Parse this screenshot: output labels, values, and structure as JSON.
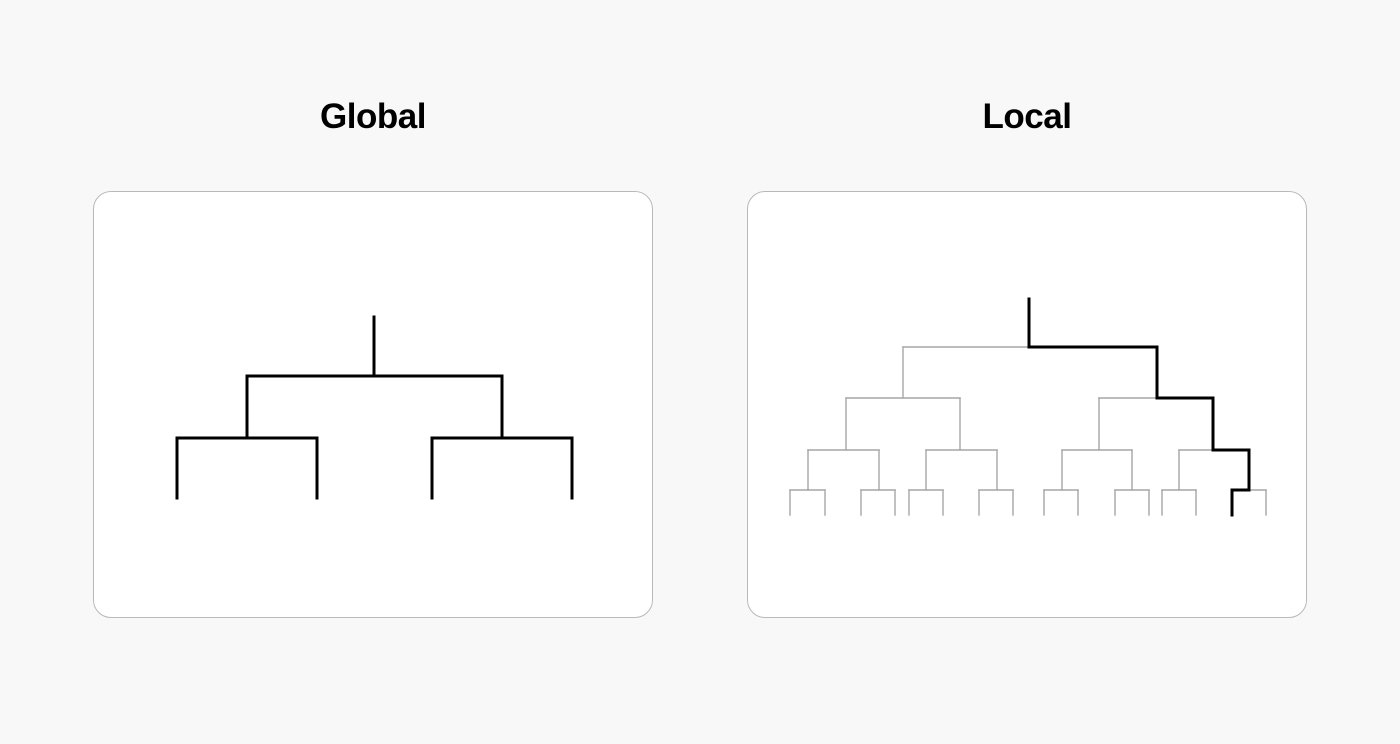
{
  "panels": {
    "global": {
      "title": "Global",
      "tree_depth": 2,
      "stroke_color": "#000000"
    },
    "local": {
      "title": "Local",
      "tree_depth": 4,
      "tree_color": "#a6a6a6",
      "highlight_color": "#000000",
      "highlighted_path": [
        "right",
        "right",
        "right",
        "left"
      ]
    }
  },
  "colors": {
    "background": "#f8f8f8",
    "panel_background": "#ffffff",
    "panel_border": "#b9b9b9"
  }
}
